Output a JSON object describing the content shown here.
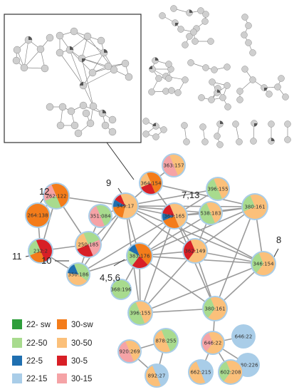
{
  "legend": [
    {
      "label": "22- sw",
      "color": "#2e9e3b"
    },
    {
      "label": "30-sw",
      "color": "#f47c1a"
    },
    {
      "label": "22-50",
      "color": "#a8db8e"
    },
    {
      "label": "30-50",
      "color": "#fbc07a"
    },
    {
      "label": "22-5",
      "color": "#1f6fb0"
    },
    {
      "label": "30-5",
      "color": "#d81f26"
    },
    {
      "label": "22-15",
      "color": "#a9cde8"
    },
    {
      "label": "30-15",
      "color": "#f5a3a6"
    }
  ],
  "callouts": [
    "12",
    "9",
    "7,13",
    "8",
    "11",
    "10",
    "4,5,6"
  ],
  "nodes": [
    {
      "id": "363:157",
      "label": "363:157"
    },
    {
      "id": "364:154",
      "label": "364:154"
    },
    {
      "id": "396:155a",
      "label": "396:155"
    },
    {
      "id": "262:122",
      "label": "262:122"
    },
    {
      "id": "349:17",
      "label": "349:17"
    },
    {
      "id": "380:161a",
      "label": "380:161"
    },
    {
      "id": "264:138",
      "label": "264:138"
    },
    {
      "id": "351:084",
      "label": "351:084"
    },
    {
      "id": "363:165",
      "label": "363:165"
    },
    {
      "id": "538:183",
      "label": "538:183"
    },
    {
      "id": "232:2",
      "label": "232:2"
    },
    {
      "id": "250:185",
      "label": "250:185"
    },
    {
      "id": "362:149",
      "label": "362:149"
    },
    {
      "id": "346:154",
      "label": "346:154"
    },
    {
      "id": "383:176",
      "label": "383:176"
    },
    {
      "id": "350:186",
      "label": "350:186"
    },
    {
      "id": "368:196",
      "label": "368:196"
    },
    {
      "id": "396:155b",
      "label": "396:155"
    },
    {
      "id": "380:161b",
      "label": "380:161"
    },
    {
      "id": "646:22a",
      "label": "646:22"
    },
    {
      "id": "646:22b",
      "label": "646:22"
    },
    {
      "id": "878:255",
      "label": "878:255"
    },
    {
      "id": "920:269",
      "label": "920:269"
    },
    {
      "id": "680:226",
      "label": "680:226"
    },
    {
      "id": "662:215",
      "label": "662:215"
    },
    {
      "id": "602:208",
      "label": "602:208"
    },
    {
      "id": "892:27",
      "label": "892:27"
    }
  ]
}
